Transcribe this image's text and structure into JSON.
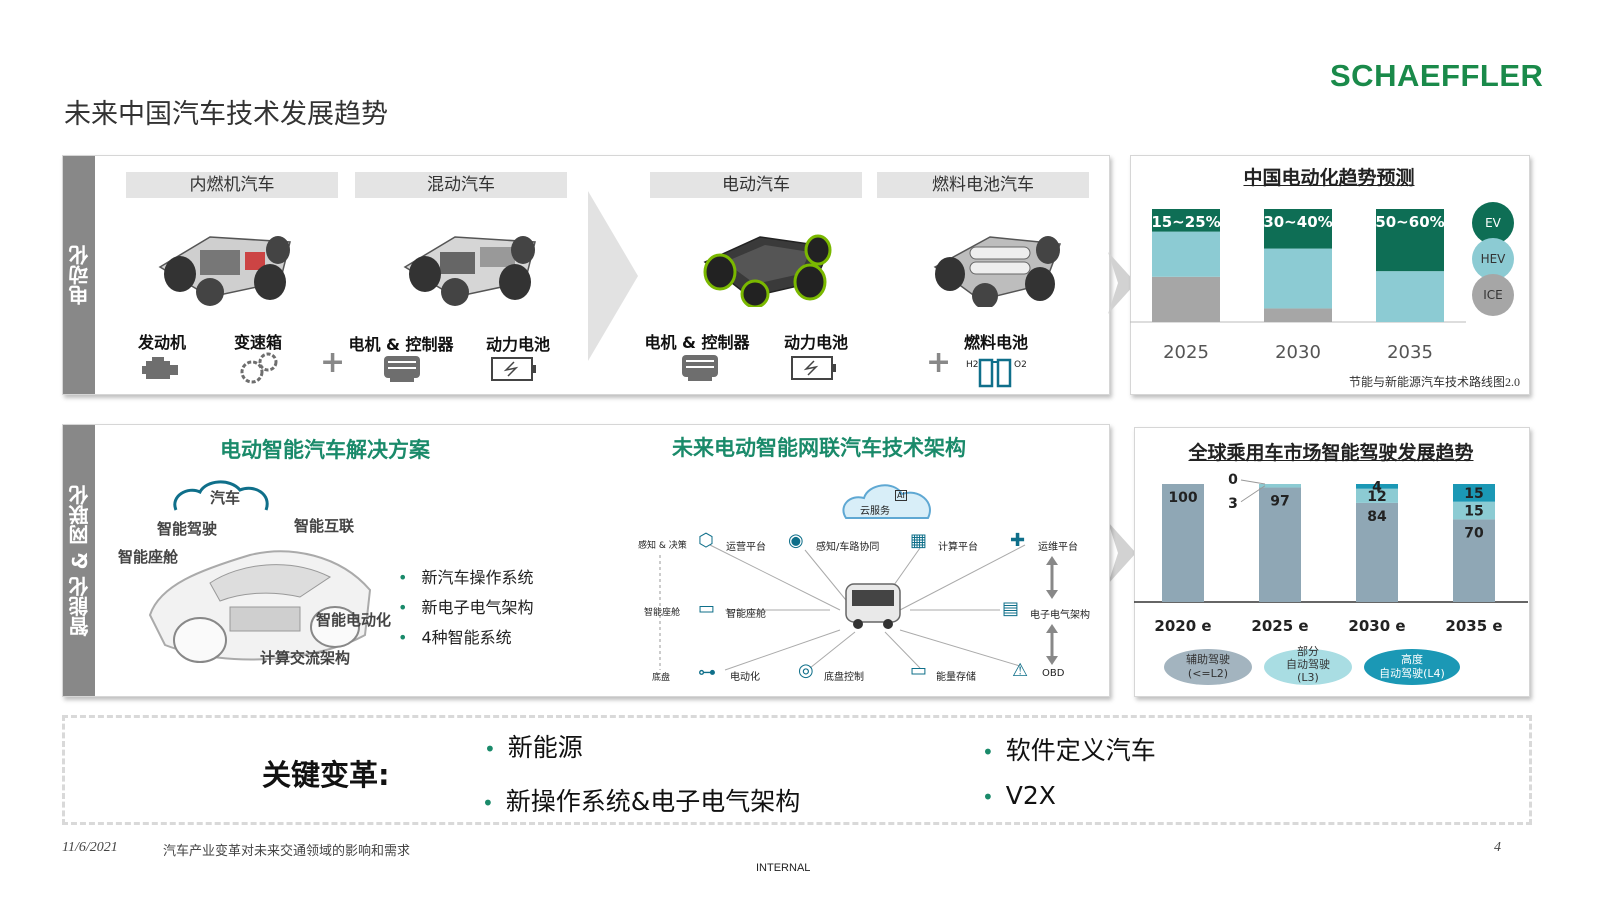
{
  "brand": "SCHAEFFLER",
  "title": "未来中国汽车技术发展趋势",
  "electrification": {
    "side_label": "电动化",
    "categories": [
      "内燃机汽车",
      "混动汽车",
      "电动汽车",
      "燃料电池汽车"
    ],
    "components": {
      "engine": "发动机",
      "gearbox": "变速箱",
      "motor_ctrl_1": "电机 & 控制器",
      "battery_1": "动力电池",
      "motor_ctrl_2": "电机 & 控制器",
      "battery_2": "动力电池",
      "fuel_cell": "燃料电池"
    },
    "plus": "+",
    "h2": "H2",
    "o2": "O2"
  },
  "ev_chart": {
    "title": "中国电动化趋势预测",
    "source": "节能与新能源汽车技术路线图2.0",
    "legend": [
      "EV",
      "HEV",
      "ICE"
    ],
    "colors": {
      "EV": "#0e6e55",
      "HEV": "#8ccbd3",
      "ICE": "#a6a6a6"
    },
    "bar_labels": [
      "15~25%",
      "30~40%",
      "50~60%"
    ]
  },
  "chart_data": [
    {
      "type": "bar",
      "title": "中国电动化趋势预测",
      "categories": [
        "2025",
        "2030",
        "2035"
      ],
      "series": [
        {
          "name": "EV",
          "values": [
            20,
            35,
            55
          ]
        },
        {
          "name": "HEV",
          "values": [
            40,
            53,
            45
          ]
        },
        {
          "name": "ICE",
          "values": [
            40,
            12,
            0
          ]
        }
      ],
      "ylim": [
        0,
        100
      ]
    },
    {
      "type": "bar",
      "title": "全球乘用车市场智能驾驶发展趋势",
      "categories": [
        "2020 e",
        "2025 e",
        "2030 e",
        "2035 e"
      ],
      "series": [
        {
          "name": "辅助驾驶(<=L2)",
          "values": [
            100,
            97,
            84,
            70
          ]
        },
        {
          "name": "部分自动驾驶(L3)",
          "values": [
            0,
            3,
            12,
            15
          ]
        },
        {
          "name": "高度自动驾驶(L4)",
          "values": [
            0,
            0,
            4,
            15
          ]
        }
      ],
      "ylim": [
        0,
        100
      ]
    }
  ],
  "intelligence": {
    "side_label": "智能化 & 网联化",
    "solution_title": "电动智能汽车解决方案",
    "car_labels": {
      "cloud": "汽车",
      "driving": "智能驾驶",
      "cockpit": "智能座舱",
      "connect": "智能互联",
      "electric": "智能电动化",
      "compute": "计算交流架构"
    },
    "bullets": [
      "新汽车操作系统",
      "新电子电气架构",
      "4种智能系统"
    ],
    "arch_title": "未来电动智能网联汽车技术架构",
    "arch": {
      "cloud": "云服务",
      "ai": "AI",
      "left_col": [
        "感知 & 决策",
        "智能座舱",
        "底盘"
      ],
      "top_row": [
        "运营平台",
        "感知/车路协同",
        "计算平台",
        "运维平台"
      ],
      "mid": [
        "智能座舱",
        "电子电气架构"
      ],
      "bottom_row": [
        "电动化",
        "底盘控制",
        "能量存储",
        "OBD"
      ]
    }
  },
  "ad_chart": {
    "title": "全球乘用车市场智能驾驶发展趋势",
    "colors": {
      "L2": "#8fa7b5",
      "L3": "#8ccbd3",
      "L4": "#1b98b5"
    },
    "legend": [
      {
        "line1": "辅助驾驶",
        "line2": "(<=L2)"
      },
      {
        "line1": "部分",
        "line2": "自动驾驶",
        "line3": "(L3)"
      },
      {
        "line1": "高度",
        "line2": "自动驾驶(L4)"
      }
    ]
  },
  "key_changes": {
    "label": "关键变革:",
    "items_left": [
      "新能源",
      "新操作系统&电子电气架构"
    ],
    "items_right": [
      "软件定义汽车",
      "V2X"
    ]
  },
  "footer": {
    "date": "11/6/2021",
    "subtitle": "汽车产业变革对未来交通领域的影响和需求",
    "classification": "INTERNAL",
    "page": "4"
  }
}
